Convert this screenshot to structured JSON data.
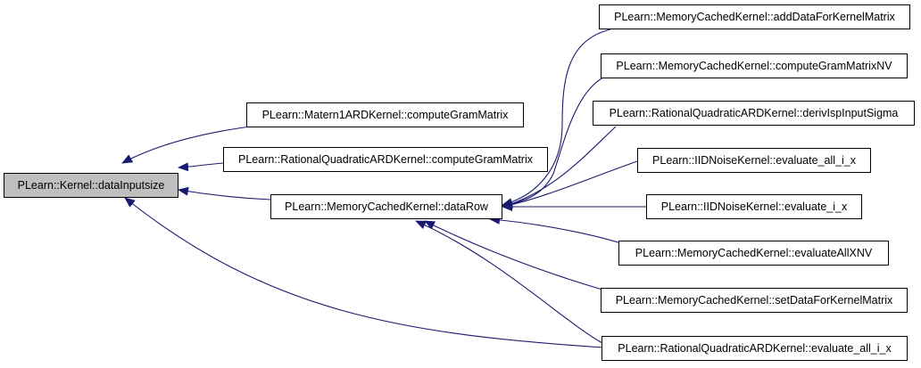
{
  "graph": {
    "root": {
      "label": "PLearn::Kernel::dataInputsize"
    },
    "level1": [
      {
        "id": "matern",
        "label": "PLearn::Matern1ARDKernel::computeGramMatrix"
      },
      {
        "id": "ratquad_gram",
        "label": "PLearn::RationalQuadraticARDKernel::computeGramMatrix"
      },
      {
        "id": "datarow",
        "label": "PLearn::MemoryCachedKernel::dataRow"
      }
    ],
    "level2": [
      {
        "id": "adddata",
        "label": "PLearn::MemoryCachedKernel::addDataForKernelMatrix"
      },
      {
        "id": "gramnv",
        "label": "PLearn::MemoryCachedKernel::computeGramMatrixNV"
      },
      {
        "id": "derivisp",
        "label": "PLearn::RationalQuadraticARDKernel::derivIspInputSigma"
      },
      {
        "id": "iid_all",
        "label": "PLearn::IIDNoiseKernel::evaluate_all_i_x"
      },
      {
        "id": "iid_i",
        "label": "PLearn::IIDNoiseKernel::evaluate_i_x"
      },
      {
        "id": "evalall",
        "label": "PLearn::MemoryCachedKernel::evaluateAllXNV"
      },
      {
        "id": "setdata",
        "label": "PLearn::MemoryCachedKernel::setDataForKernelMatrix"
      },
      {
        "id": "ratquad_eval",
        "label": "PLearn::RationalQuadraticARDKernel::evaluate_all_i_x"
      }
    ],
    "colors": {
      "edge": "#191970",
      "root_fill": "#bfbfbf",
      "node_fill": "#ffffff",
      "border": "#000000"
    }
  }
}
